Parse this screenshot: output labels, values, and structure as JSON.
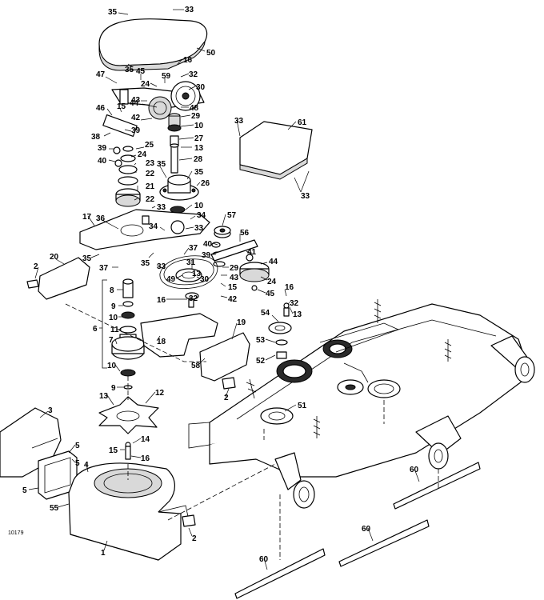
{
  "drawing_code": "10179",
  "callouts": [
    {
      "id": "c35a",
      "text": "35"
    },
    {
      "id": "c33a",
      "text": "33"
    },
    {
      "id": "c50",
      "text": "50"
    },
    {
      "id": "c47",
      "text": "47"
    },
    {
      "id": "c45a",
      "text": "45"
    },
    {
      "id": "c35b",
      "text": "35"
    },
    {
      "id": "c59",
      "text": "59"
    },
    {
      "id": "c16a",
      "text": "16"
    },
    {
      "id": "c32a",
      "text": "32"
    },
    {
      "id": "c24a",
      "text": "24"
    },
    {
      "id": "c30a",
      "text": "30"
    },
    {
      "id": "c43",
      "text": "43"
    },
    {
      "id": "c44a",
      "text": "44"
    },
    {
      "id": "c48",
      "text": "48"
    },
    {
      "id": "c46",
      "text": "46"
    },
    {
      "id": "c15a",
      "text": "15"
    },
    {
      "id": "c42",
      "text": "42"
    },
    {
      "id": "c29a",
      "text": "29"
    },
    {
      "id": "c39a",
      "text": "39"
    },
    {
      "id": "c10a",
      "text": "10"
    },
    {
      "id": "c38",
      "text": "38"
    },
    {
      "id": "c27",
      "text": "27"
    },
    {
      "id": "c13a",
      "text": "13"
    },
    {
      "id": "c39b",
      "text": "39"
    },
    {
      "id": "c25",
      "text": "25"
    },
    {
      "id": "c24b",
      "text": "24"
    },
    {
      "id": "c40a",
      "text": "40"
    },
    {
      "id": "c23",
      "text": "23"
    },
    {
      "id": "c28",
      "text": "28"
    },
    {
      "id": "c22a",
      "text": "22"
    },
    {
      "id": "c35c",
      "text": "35"
    },
    {
      "id": "c35d",
      "text": "35"
    },
    {
      "id": "c26",
      "text": "26"
    },
    {
      "id": "c21",
      "text": "21"
    },
    {
      "id": "c22b",
      "text": "22"
    },
    {
      "id": "c33b",
      "text": "33"
    },
    {
      "id": "c10b",
      "text": "10"
    },
    {
      "id": "c17",
      "text": "17"
    },
    {
      "id": "c36",
      "text": "36"
    },
    {
      "id": "c34a",
      "text": "34"
    },
    {
      "id": "c34b",
      "text": "34"
    },
    {
      "id": "c33c",
      "text": "33"
    },
    {
      "id": "c57",
      "text": "57"
    },
    {
      "id": "c33d",
      "text": "33"
    },
    {
      "id": "c61",
      "text": "61"
    },
    {
      "id": "c33e",
      "text": "33"
    },
    {
      "id": "c2a",
      "text": "2"
    },
    {
      "id": "c20",
      "text": "20"
    },
    {
      "id": "c35e",
      "text": "35"
    },
    {
      "id": "c35f",
      "text": "35"
    },
    {
      "id": "c37a",
      "text": "37"
    },
    {
      "id": "c37b",
      "text": "37"
    },
    {
      "id": "c56",
      "text": "56"
    },
    {
      "id": "c40b",
      "text": "40"
    },
    {
      "id": "c41",
      "text": "41"
    },
    {
      "id": "c39c",
      "text": "39"
    },
    {
      "id": "c44b",
      "text": "44"
    },
    {
      "id": "c33f",
      "text": "33"
    },
    {
      "id": "c31",
      "text": "31"
    },
    {
      "id": "c29b",
      "text": "29"
    },
    {
      "id": "c49",
      "text": "49"
    },
    {
      "id": "c13b",
      "text": "13"
    },
    {
      "id": "c30b",
      "text": "30"
    },
    {
      "id": "c43b",
      "text": "43"
    },
    {
      "id": "c24c",
      "text": "24"
    },
    {
      "id": "c15b",
      "text": "15"
    },
    {
      "id": "c45b",
      "text": "45"
    },
    {
      "id": "c42b",
      "text": "42"
    },
    {
      "id": "c8",
      "text": "8"
    },
    {
      "id": "c16b",
      "text": "16"
    },
    {
      "id": "c32b",
      "text": "32"
    },
    {
      "id": "c16c",
      "text": "16"
    },
    {
      "id": "c32c",
      "text": "32"
    },
    {
      "id": "c9a",
      "text": "9"
    },
    {
      "id": "c10c",
      "text": "10"
    },
    {
      "id": "c54",
      "text": "54"
    },
    {
      "id": "c13c",
      "text": "13"
    },
    {
      "id": "c6",
      "text": "6"
    },
    {
      "id": "c11",
      "text": "11"
    },
    {
      "id": "c18",
      "text": "18"
    },
    {
      "id": "c19",
      "text": "19"
    },
    {
      "id": "c7",
      "text": "7"
    },
    {
      "id": "c53",
      "text": "53"
    },
    {
      "id": "c10d",
      "text": "10"
    },
    {
      "id": "c58",
      "text": "58"
    },
    {
      "id": "c52",
      "text": "52"
    },
    {
      "id": "c9b",
      "text": "9"
    },
    {
      "id": "c13d",
      "text": "13"
    },
    {
      "id": "c12",
      "text": "12"
    },
    {
      "id": "c2b",
      "text": "2"
    },
    {
      "id": "c3",
      "text": "3"
    },
    {
      "id": "c51",
      "text": "51"
    },
    {
      "id": "c14",
      "text": "14"
    },
    {
      "id": "c15c",
      "text": "15"
    },
    {
      "id": "c16d",
      "text": "16"
    },
    {
      "id": "c5a",
      "text": "5"
    },
    {
      "id": "c5b",
      "text": "5"
    },
    {
      "id": "c4",
      "text": "4"
    },
    {
      "id": "c5c",
      "text": "5"
    },
    {
      "id": "c60a",
      "text": "60"
    },
    {
      "id": "c55",
      "text": "55"
    },
    {
      "id": "c60b",
      "text": "60"
    },
    {
      "id": "c1",
      "text": "1"
    },
    {
      "id": "c2c",
      "text": "2"
    },
    {
      "id": "c60c",
      "text": "60"
    }
  ]
}
